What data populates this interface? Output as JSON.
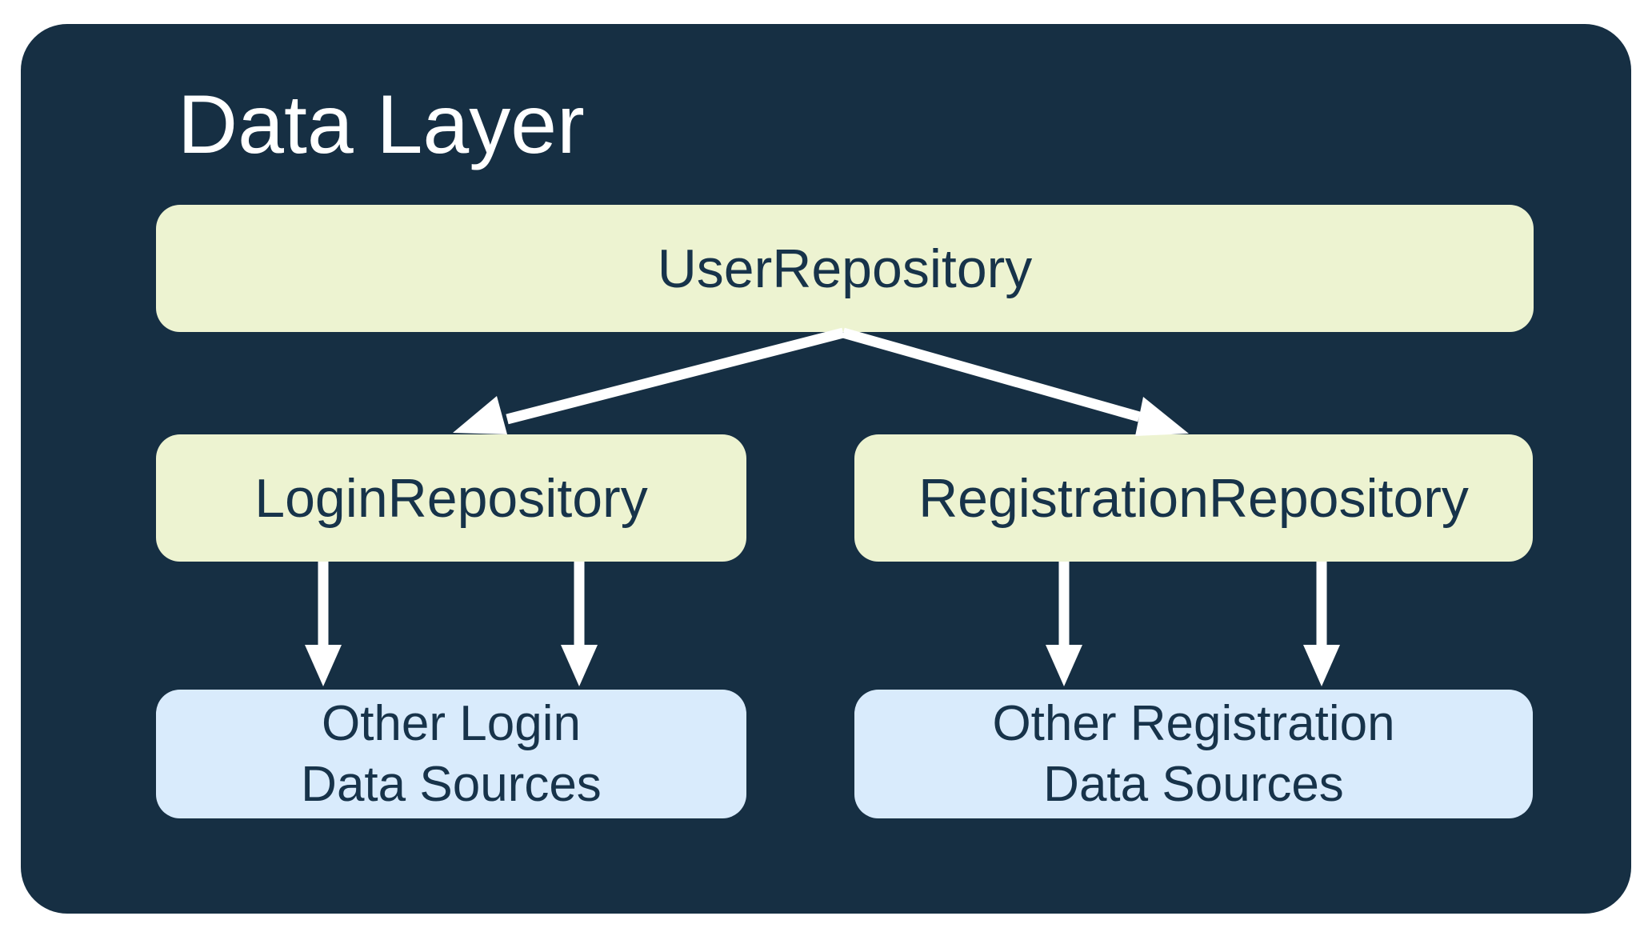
{
  "title": "Data Layer",
  "nodes": {
    "user_repository": {
      "label": "UserRepository"
    },
    "login_repository": {
      "label": "LoginRepository"
    },
    "registration_repository": {
      "label": "RegistrationRepository"
    },
    "other_login_data_sources": {
      "line1": "Other Login",
      "line2": "Data Sources"
    },
    "other_registration_data_sources": {
      "line1": "Other Registration",
      "line2": "Data Sources"
    }
  },
  "edges": [
    {
      "from": "UserRepository",
      "to": "LoginRepository"
    },
    {
      "from": "UserRepository",
      "to": "RegistrationRepository"
    },
    {
      "from": "LoginRepository",
      "to": "Other Login Data Sources"
    },
    {
      "from": "LoginRepository",
      "to": "Other Login Data Sources"
    },
    {
      "from": "RegistrationRepository",
      "to": "Other Registration Data Sources"
    },
    {
      "from": "RegistrationRepository",
      "to": "Other Registration Data Sources"
    }
  ],
  "colors": {
    "canvas_bg": "#ffffff",
    "container_bg": "#162F43",
    "repository_fill": "#EDF3D1",
    "datasource_fill": "#D9EBFC",
    "label_color": "#17334A",
    "title_color": "#FFFFFF",
    "arrow_color": "#FFFFFF"
  }
}
